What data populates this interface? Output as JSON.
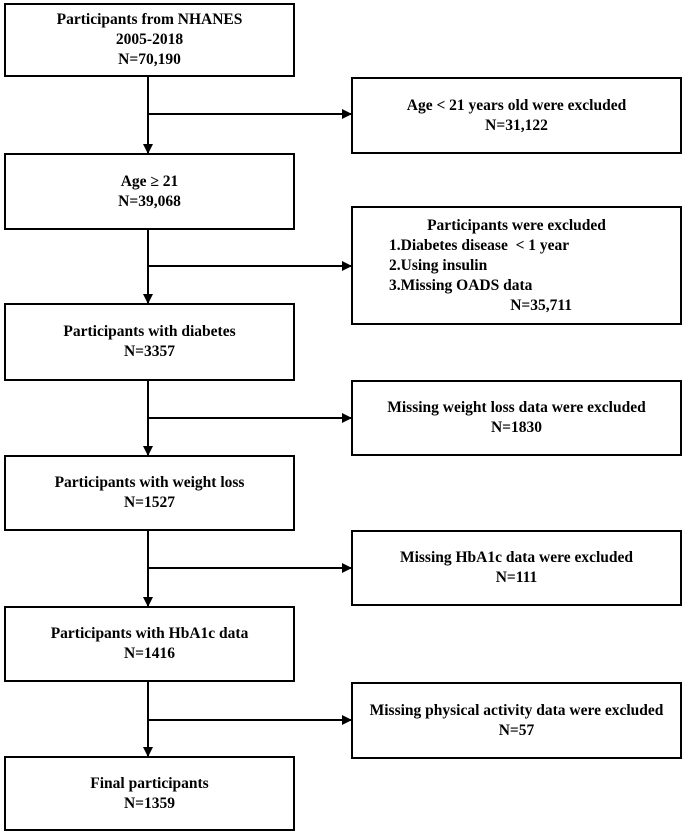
{
  "main_boxes": [
    {
      "lines": [
        "Participants from NHANES",
        "2005-2018",
        "N=70,190"
      ]
    },
    {
      "lines": [
        "Age ≥ 21",
        "N=39,068"
      ]
    },
    {
      "lines": [
        "Participants with diabetes",
        "N=3357"
      ]
    },
    {
      "lines": [
        "Participants with weight loss",
        "N=1527"
      ]
    },
    {
      "lines": [
        "Participants with HbA1c data",
        "N=1416"
      ]
    },
    {
      "lines": [
        "Final participants",
        "N=1359"
      ]
    }
  ],
  "exclusion_boxes": [
    {
      "lines": [
        "Age < 21 years old were excluded",
        "N=31,122"
      ]
    },
    {
      "title": "Participants were excluded",
      "items": [
        "1.Diabetes disease  < 1 year",
        "2.Using insulin",
        "3.Missing OADS data"
      ],
      "count": "N=35,711"
    },
    {
      "lines": [
        "Missing weight loss data were excluded",
        "N=1830"
      ]
    },
    {
      "lines": [
        "Missing HbA1c data were excluded",
        "N=111"
      ]
    },
    {
      "lines": [
        "Missing physical activity data were excluded",
        "N=57"
      ]
    }
  ],
  "colors": {
    "stroke": "#000000",
    "background": "#ffffff"
  }
}
